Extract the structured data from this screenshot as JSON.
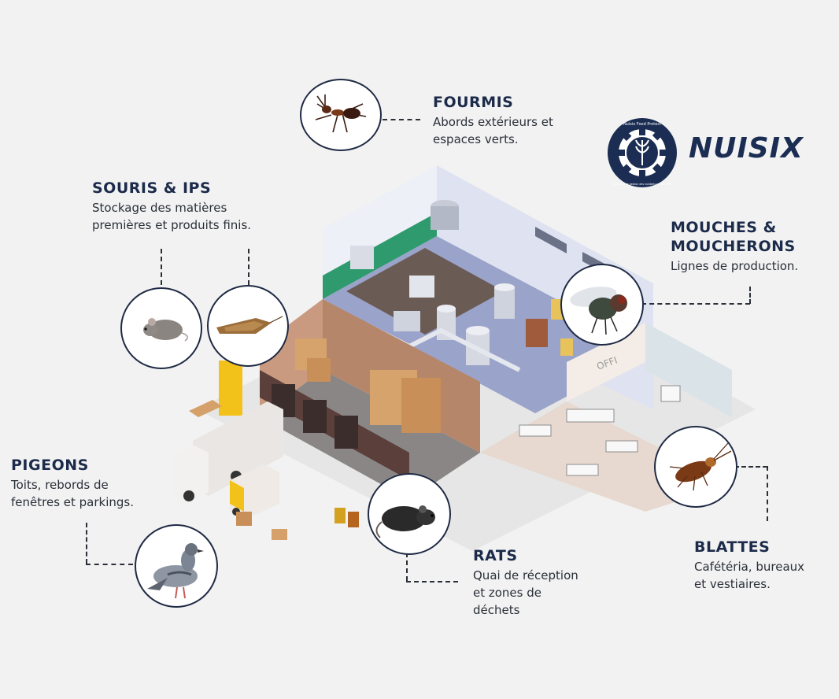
{
  "labels": {
    "fourmis": {
      "title": "FOURMIS",
      "desc1": "Abords extérieurs et",
      "desc2": "espaces verts."
    },
    "souris": {
      "title": "SOURIS & IPS",
      "desc1": "Stockage des matières",
      "desc2": "premières et produits finis."
    },
    "mouches": {
      "title1": "MOUCHES &",
      "title2": "MOUCHERONS",
      "desc1": "Lignes de production."
    },
    "pigeons": {
      "title": "PIGEONS",
      "desc1": "Toits, rebords de",
      "desc2": "fenêtres et parkings."
    },
    "rats": {
      "title": "RATS",
      "desc1": "Quai de réception",
      "desc2": "et zones de",
      "desc3": "déchets"
    },
    "blattes": {
      "title": "BLATTES",
      "desc1": "Cafétéria, bureaux",
      "desc2": "et vestiaires."
    }
  },
  "logo": {
    "brand": "NUISIX",
    "ring_top": "Nuisix Food Protect",
    "ring_bottom": "Solutions de gestion des nuisibles en industrie"
  },
  "scene": {
    "sign_office": "OFFI"
  },
  "colors": {
    "navy": "#1c2b4a",
    "floor_prod": "#9aa3c9",
    "wall_warehouse": "#c99a7f",
    "floor_office": "#e7d9cf",
    "accent_yellow": "#f2c21b",
    "accent_green": "#2f9a6e"
  }
}
